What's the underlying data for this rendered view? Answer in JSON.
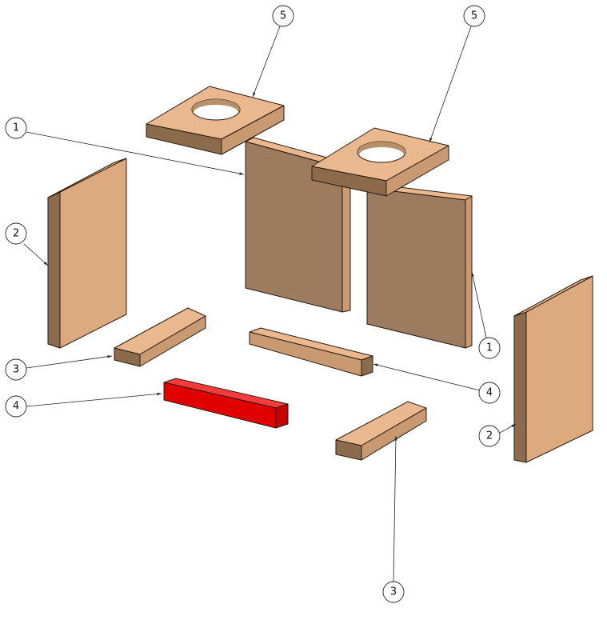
{
  "diagram": {
    "title": "Exploded assembly view",
    "balloons": {
      "plate_left": "5",
      "plate_right": "5",
      "panel_back_left": "1",
      "panel_side_left": "2",
      "rail_left": "3",
      "rail_red": "4",
      "panel_back_right": "1",
      "rail_middle": "4",
      "panel_side_right": "2",
      "rail_front": "3"
    },
    "highlight_color": "#e00000",
    "wood_color": "#e9b88f"
  }
}
